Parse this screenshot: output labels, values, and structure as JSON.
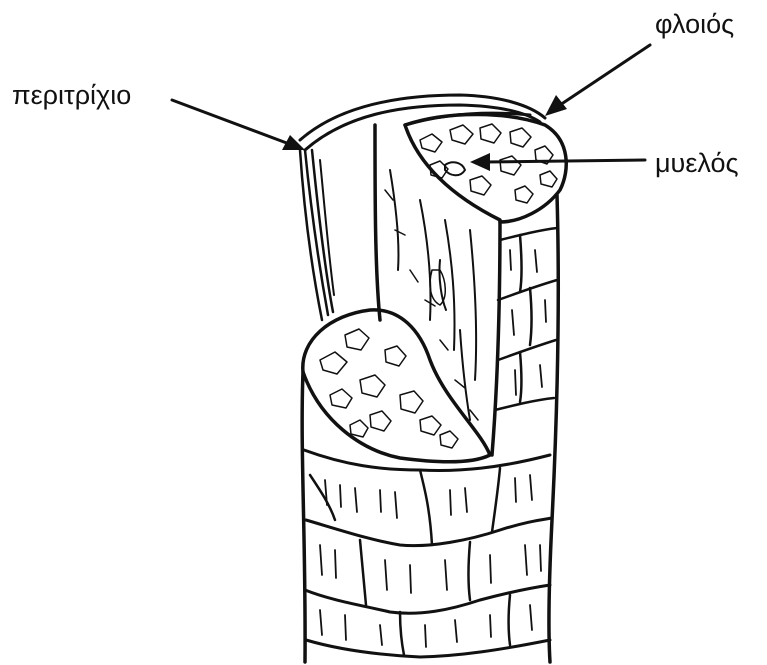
{
  "labels": {
    "cuticle": "περιτρίχιο",
    "cortex": "φλοιός",
    "medulla": "μυελός"
  },
  "colors": {
    "ink": "#111111",
    "background": "#ffffff"
  }
}
